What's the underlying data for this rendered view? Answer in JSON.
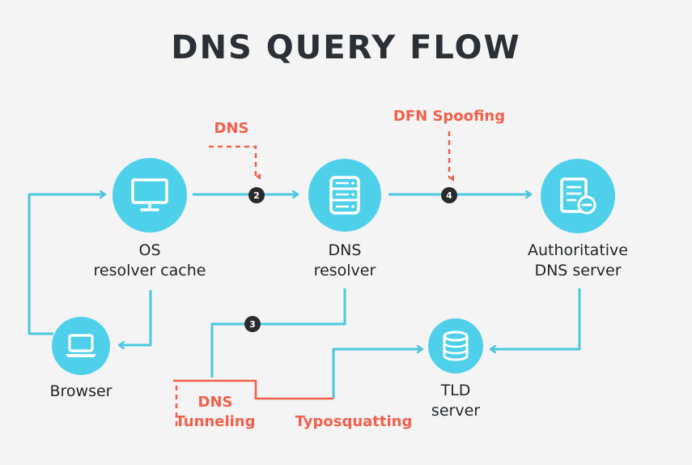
{
  "title": "DNS QUERY FLOW",
  "nodes": {
    "os": {
      "line1": "OS",
      "line2": "resolver cache",
      "icon": "monitor-icon"
    },
    "resolver": {
      "line1": "DNS",
      "line2": "resolver",
      "icon": "server-icon"
    },
    "authoritative": {
      "line1": "Authoritative",
      "line2": "DNS server",
      "icon": "document-server-icon"
    },
    "browser": {
      "line1": "Browser",
      "icon": "laptop-icon"
    },
    "tld": {
      "line1": "TLD",
      "line2": "server",
      "icon": "database-icon"
    }
  },
  "steps": [
    "2",
    "3",
    "4"
  ],
  "threats": {
    "dns": "DNS",
    "dfn_spoofing": "DFN Spoofing",
    "dns_tunneling_line1": "DNS",
    "dns_tunneling_line2": "Tunneling",
    "typosquatting": "Typosquatting"
  },
  "colors": {
    "node": "#4fd0ea",
    "arrow": "#4cc8de",
    "threat": "#f0604c",
    "badge": "#262b30",
    "title": "#2a3035"
  }
}
